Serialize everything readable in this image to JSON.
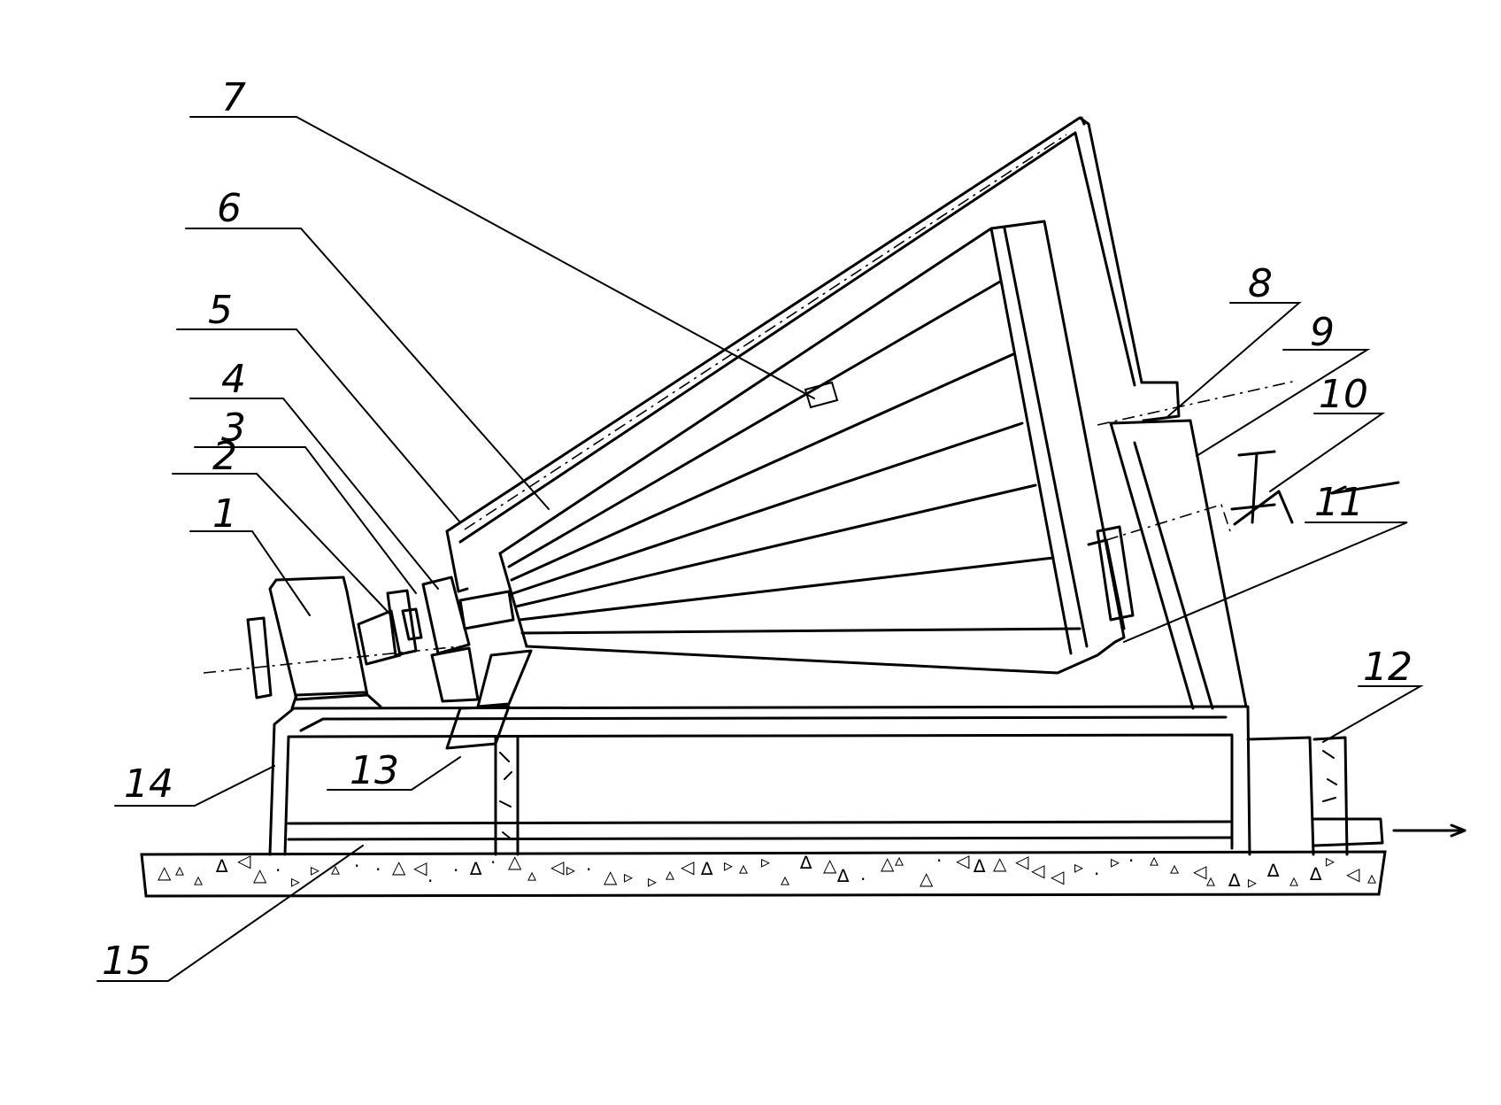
{
  "labels": [
    {
      "id": "1",
      "text": "1"
    },
    {
      "id": "2",
      "text": "2"
    },
    {
      "id": "3",
      "text": "3"
    },
    {
      "id": "4",
      "text": "4"
    },
    {
      "id": "5",
      "text": "5"
    },
    {
      "id": "6",
      "text": "6"
    },
    {
      "id": "7",
      "text": "7"
    },
    {
      "id": "8",
      "text": "8"
    },
    {
      "id": "9",
      "text": "9"
    },
    {
      "id": "10",
      "text": "10"
    },
    {
      "id": "11",
      "text": "11"
    },
    {
      "id": "12",
      "text": "12"
    },
    {
      "id": "13",
      "text": "13"
    },
    {
      "id": "14",
      "text": "14"
    },
    {
      "id": "15",
      "text": "15"
    }
  ],
  "colors": {
    "ink": "#000000",
    "paper": "#ffffff"
  }
}
